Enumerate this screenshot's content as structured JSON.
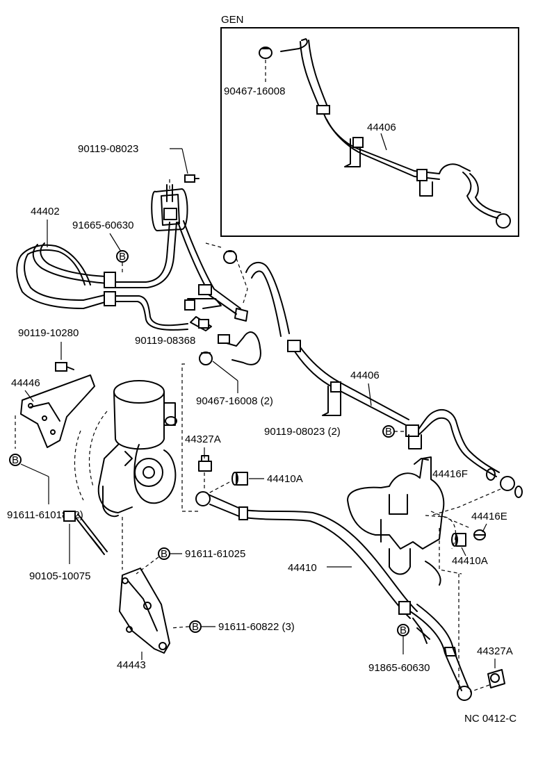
{
  "diagram": {
    "inset_title": "GEN",
    "figure_code": "NC 0412-C",
    "callout_marker": "B",
    "labels": {
      "inset_clamp": "90467-16008",
      "inset_hose": "44406",
      "bolt_top": "90119-08023",
      "oil_cooler_tube": "44402",
      "clamp_bolt_b": "91665-60630",
      "bolt_left": "90119-10280",
      "bolt_mid": "90119-08368",
      "bracket_upper": "44446",
      "clamp_hose": "90467-16008 (2)",
      "return_hose": "44406",
      "bolt_pair": "90119-08023 (2)",
      "clip_a": "44327A",
      "union_a": "44410A",
      "bolt_bracket": "91611-61018 (2)",
      "gasket_f": "44416F",
      "gasket_e": "44416E",
      "union_a2": "44410A",
      "pump_bolt": "90105-10075",
      "bolt_b1": "91611-61025",
      "pressure_hose": "44410",
      "bolt_b3": "91611-60822 (3)",
      "pump_bracket": "44443",
      "clamp_bolt_b2": "91865-60630",
      "clip_a2": "44327A"
    }
  }
}
